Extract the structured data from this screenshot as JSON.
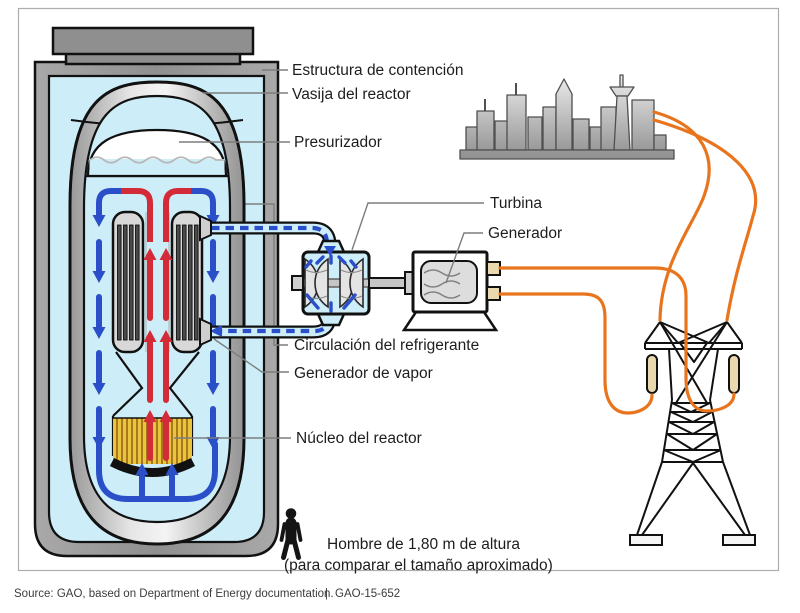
{
  "diagram": {
    "labels": {
      "containment": "Estructura de contención",
      "vessel": "Vasija del reactor",
      "pressurizer": "Presurizador",
      "turbine": "Turbina",
      "generator": "Generador",
      "coolant_circulation": "Circulación del refrigerante",
      "steam_generator": "Generador de vapor",
      "reactor_core": "Núcleo del reactor"
    },
    "scale_note": {
      "line1": "Hombre de 1,80 m de altura",
      "line2": "(para comparar el tamaño aproximado)"
    },
    "source": {
      "text": "Source: GAO, based on Department of Energy documentation.",
      "separator": "|",
      "report_id": "GAO-15-652"
    },
    "colors": {
      "cold_coolant_blue": "#2a4fc9",
      "hot_coolant_red": "#d32b38",
      "water_light_blue": "#cdeef8",
      "electric_wire_orange": "#e8751d",
      "fuel_yellow": "#eac43e",
      "structure_gray": "#9c9c9c",
      "insulator_tan": "#ead9ae"
    },
    "icons": {
      "person": "person-icon",
      "city": "city-skyline-icon",
      "tower": "transmission-tower-icon"
    }
  }
}
